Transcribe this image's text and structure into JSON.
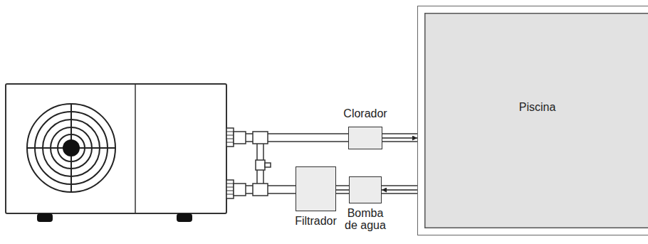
{
  "diagram": {
    "nodes": [
      {
        "text": [
          "Clorador"
        ]
      },
      {
        "text": [
          "Piscina"
        ]
      },
      {
        "text": [
          "Filtrador"
        ]
      },
      {
        "text": [
          "Bomba de agua"
        ]
      }
    ],
    "edges": [
      {
        "from": 0,
        "to": 1,
        "arrow": "to"
      },
      {
        "from": 1,
        "to": 3,
        "arrow": "to"
      },
      {
        "from": 3,
        "to": 2,
        "arrow": "none"
      }
    ]
  }
}
